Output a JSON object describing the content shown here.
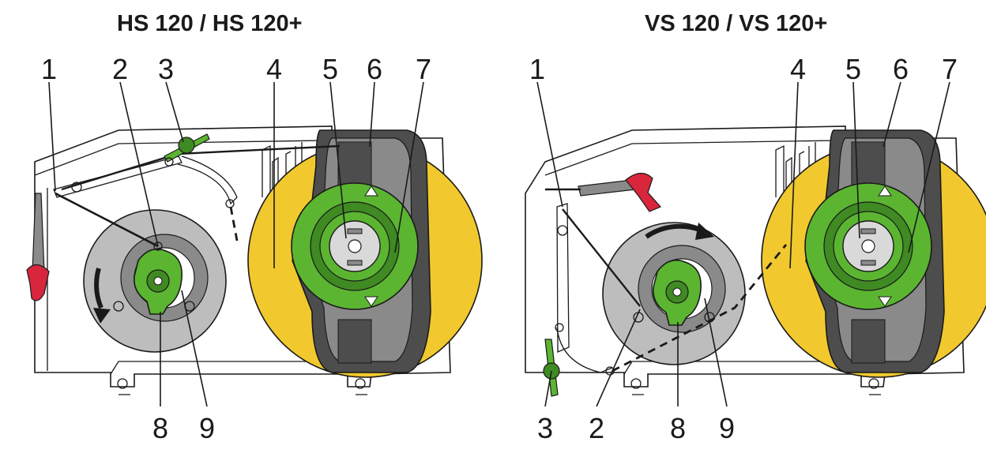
{
  "panels": {
    "left": {
      "title": "HS 120 / HS 120+",
      "callouts": [
        "1",
        "2",
        "3",
        "4",
        "5",
        "6",
        "7",
        "8",
        "9"
      ]
    },
    "right": {
      "title": "VS 120 / VS 120+",
      "callouts": [
        "1",
        "4",
        "5",
        "6",
        "7",
        "3",
        "2",
        "8",
        "9"
      ]
    }
  },
  "colors": {
    "label_roll": "#f1c92e",
    "hub_green": "#5bb531",
    "hub_green_dark": "#3f8a22",
    "housing_dark": "#4d4d4d",
    "housing_mid": "#8a8a8a",
    "rewind_disc": "#bdbdbd",
    "lever_red": "#d8263c",
    "outline": "#1a1a1a"
  }
}
